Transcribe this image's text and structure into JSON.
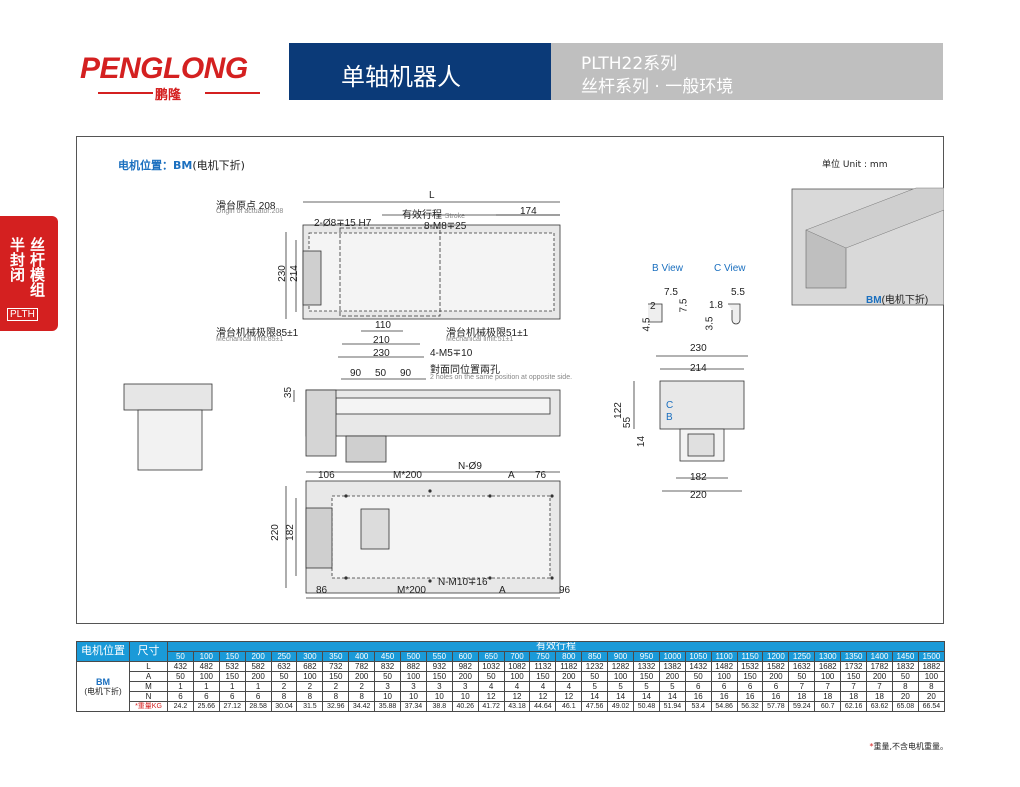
{
  "header": {
    "logo_text": "PENGLONG",
    "logo_sub": "鹏隆",
    "title": "单轴机器人",
    "series_line1": "PLTH22系列",
    "series_line2": "丝杆系列 · 一般环境"
  },
  "side_tab": {
    "col1": "半封闭",
    "col2": "丝杆模组",
    "badge": "PLTH"
  },
  "drawing": {
    "motor_position_label": "电机位置：",
    "motor_position_code": "BM",
    "motor_position_name": "(电机下折)",
    "unit": "单位 Unit : mm",
    "photo_caption_code": "BM",
    "photo_caption_name": "(电机下折)",
    "labels": {
      "origin": "滑台原点 208",
      "origin_en": "Origin of actuator:208",
      "L": "L",
      "stroke": "有效行程",
      "stroke_en": "Stroke",
      "d174": "174",
      "hole1": "2-Ø8∓15 H7",
      "hole2": "8-M8∓25",
      "d230v": "230",
      "d214v": "214",
      "mech85": "滑台机械极限85±1",
      "mech85_en": "Mechanical limit:85±1",
      "mech51": "滑台机械极限51±1",
      "mech51_en": "Mechanical limit:51±1",
      "d110": "110",
      "d210": "210",
      "d230": "230",
      "m5": "4-M5∓10",
      "opp": "對面同位置兩孔",
      "opp_en": "2 holes on the same position at opposite side.",
      "d90a": "90",
      "d50": "50",
      "d90b": "90",
      "d35": "35",
      "d106": "106",
      "m200a": "M*200",
      "n9": "N-Ø9",
      "a1": "A",
      "d76": "76",
      "d220v": "220",
      "d182v": "182",
      "d86": "86",
      "m200b": "M*200",
      "n10": "N-M10∓16",
      "a2": "A",
      "d96": "96",
      "bview": "B View",
      "cview": "C View",
      "b75": "7.5",
      "b75v": "7.5",
      "b2": "2",
      "b45": "4.5",
      "c55": "5.5",
      "c18": "1.8",
      "c35": "3.5",
      "e230": "230",
      "e214": "214",
      "e122": "122",
      "e55": "55",
      "e14": "14",
      "e182": "182",
      "e220": "220",
      "ec": "C",
      "eb": "B"
    }
  },
  "table": {
    "col_motor": "电机位置",
    "col_size": "尺寸",
    "col_stroke": "有效行程",
    "motor_code": "BM",
    "motor_name": "(电机下折)",
    "strokes": [
      "50",
      "100",
      "150",
      "200",
      "250",
      "300",
      "350",
      "400",
      "450",
      "500",
      "550",
      "600",
      "650",
      "700",
      "750",
      "800",
      "850",
      "900",
      "950",
      "1000",
      "1050",
      "1100",
      "1150",
      "1200",
      "1250",
      "1300",
      "1350",
      "1400",
      "1450",
      "1500"
    ],
    "rows": [
      {
        "key": "L",
        "values": [
          "432",
          "482",
          "532",
          "582",
          "632",
          "682",
          "732",
          "782",
          "832",
          "882",
          "932",
          "982",
          "1032",
          "1082",
          "1132",
          "1182",
          "1232",
          "1282",
          "1332",
          "1382",
          "1432",
          "1482",
          "1532",
          "1582",
          "1632",
          "1682",
          "1732",
          "1782",
          "1832",
          "1882"
        ]
      },
      {
        "key": "A",
        "values": [
          "50",
          "100",
          "150",
          "200",
          "50",
          "100",
          "150",
          "200",
          "50",
          "100",
          "150",
          "200",
          "50",
          "100",
          "150",
          "200",
          "50",
          "100",
          "150",
          "200",
          "50",
          "100",
          "150",
          "200",
          "50",
          "100",
          "150",
          "200",
          "50",
          "100"
        ]
      },
      {
        "key": "M",
        "values": [
          "1",
          "1",
          "1",
          "1",
          "2",
          "2",
          "2",
          "2",
          "3",
          "3",
          "3",
          "3",
          "4",
          "4",
          "4",
          "4",
          "5",
          "5",
          "5",
          "5",
          "6",
          "6",
          "6",
          "6",
          "7",
          "7",
          "7",
          "7",
          "8",
          "8"
        ]
      },
      {
        "key": "N",
        "values": [
          "6",
          "6",
          "6",
          "6",
          "8",
          "8",
          "8",
          "8",
          "10",
          "10",
          "10",
          "10",
          "12",
          "12",
          "12",
          "12",
          "14",
          "14",
          "14",
          "14",
          "16",
          "16",
          "16",
          "16",
          "18",
          "18",
          "18",
          "18",
          "20",
          "20"
        ]
      },
      {
        "key": "*重量KG",
        "values": [
          "24.2",
          "25.66",
          "27.12",
          "28.58",
          "30.04",
          "31.5",
          "32.96",
          "34.42",
          "35.88",
          "37.34",
          "38.8",
          "40.26",
          "41.72",
          "43.18",
          "44.64",
          "46.1",
          "47.56",
          "49.02",
          "50.48",
          "51.94",
          "53.4",
          "54.86",
          "56.32",
          "57.78",
          "59.24",
          "60.7",
          "62.16",
          "63.62",
          "65.08",
          "66.54"
        ]
      }
    ],
    "footnote_mark": "*",
    "footnote": "重量,不含电机重量。"
  },
  "colors": {
    "brand_red": "#d42020",
    "header_blue": "#0b3a78",
    "table_blue": "#1a9ad8",
    "accent_blue": "#1a6fbf"
  }
}
